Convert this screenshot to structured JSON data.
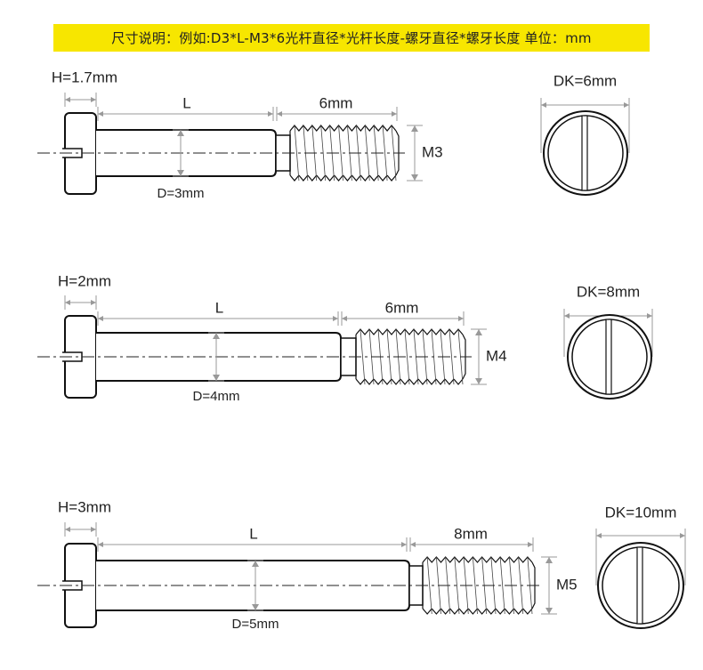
{
  "banner": {
    "text": "尺寸说明：例如:D3*L-M3*6光杆直径*光杆长度-螺牙直径*螺牙长度  单位：mm",
    "color": "#f7e600"
  },
  "screws": [
    {
      "head_height": "H=1.7mm",
      "shank_length": "L",
      "thread_length": "6mm",
      "thread_size": "M3",
      "shank_diameter": "D=3mm",
      "head_diameter": "DK=6mm"
    },
    {
      "head_height": "H=2mm",
      "shank_length": "L",
      "thread_length": "6mm",
      "thread_size": "M4",
      "shank_diameter": "D=4mm",
      "head_diameter": "DK=8mm"
    },
    {
      "head_height": "H=3mm",
      "shank_length": "L",
      "thread_length": "8mm",
      "thread_size": "M5",
      "shank_diameter": "D=5mm",
      "head_diameter": "DK=10mm"
    }
  ]
}
